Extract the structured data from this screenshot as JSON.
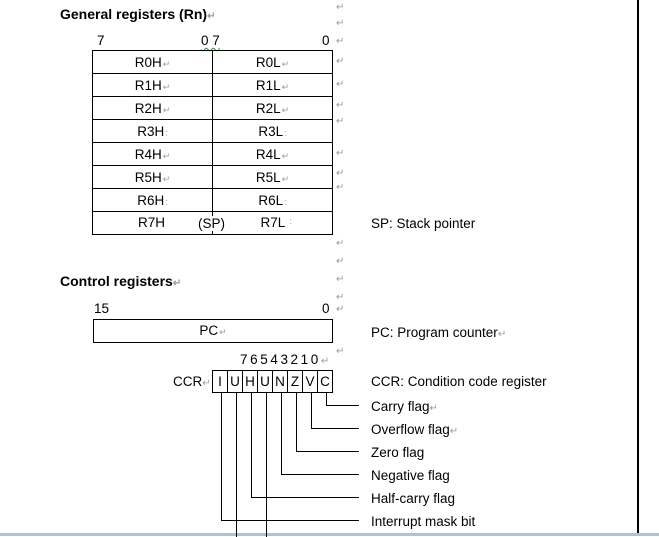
{
  "general": {
    "heading": "General registers (Rn)",
    "bit_labels": {
      "left_high": "7",
      "mid": "0 7",
      "right_low": "0"
    },
    "registers": [
      {
        "high": "R0H",
        "low": "R0L"
      },
      {
        "high": "R1H",
        "low": "R1L"
      },
      {
        "high": "R2H",
        "low": "R2L"
      },
      {
        "high": "R3H",
        "low": "R3L"
      },
      {
        "high": "R4H",
        "low": "R4L"
      },
      {
        "high": "R5H",
        "low": "R5L"
      },
      {
        "high": "R6H",
        "low": "R6L"
      },
      {
        "high": "R7H",
        "low": "R7L",
        "note": "(SP)"
      }
    ],
    "sp_description": "SP: Stack pointer"
  },
  "control": {
    "heading": "Control registers",
    "pc": {
      "bit_high": "15",
      "bit_low": "0",
      "label": "PC",
      "description": "PC: Program counter"
    },
    "ccr": {
      "label": "CCR",
      "description": "CCR: Condition code register",
      "bit_numbers": [
        "7",
        "6",
        "5",
        "4",
        "3",
        "2",
        "1",
        "0"
      ],
      "bits": [
        "I",
        "U",
        "H",
        "U",
        "N",
        "Z",
        "V",
        "C"
      ],
      "flags": [
        "Carry flag",
        "Overflow flag",
        "Zero flag",
        "Negative flag",
        "Half-carry flag",
        "Interrupt mask bit"
      ]
    }
  },
  "paragraph_mark": "↵"
}
